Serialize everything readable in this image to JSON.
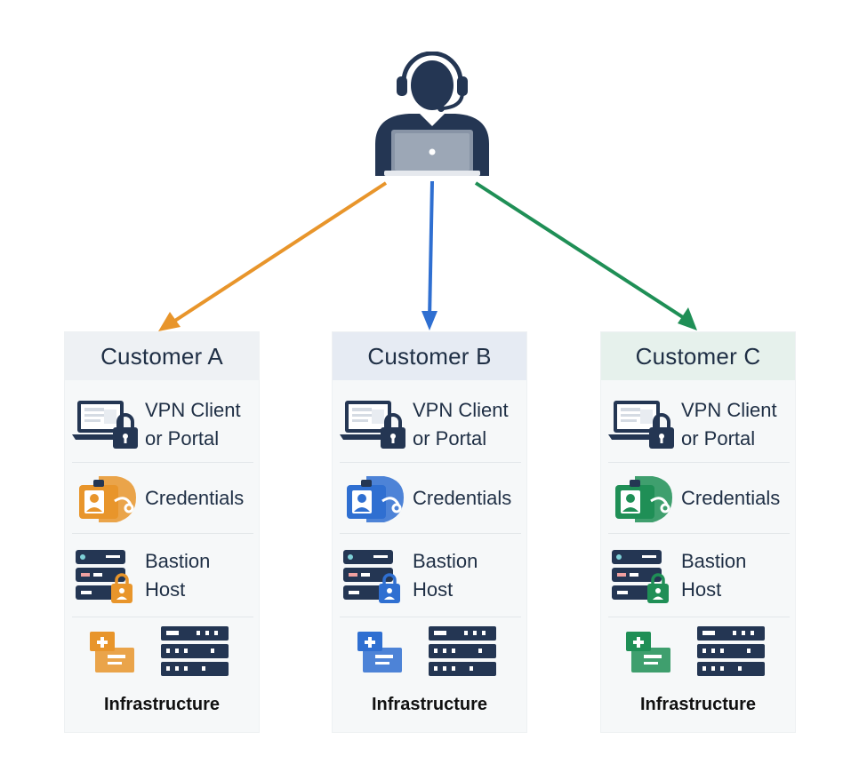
{
  "colors": {
    "navy": "#243653",
    "accent_a": "#e8952b",
    "accent_b": "#2f6fd1",
    "accent_c": "#1f8f56"
  },
  "engineer": {
    "icon": "support-engineer-icon"
  },
  "customers": [
    {
      "title": "Customer A",
      "vpn": {
        "line1": "VPN Client",
        "line2": "or Portal",
        "icon": "laptop-lock-icon"
      },
      "credentials": {
        "label": "Credentials",
        "icon": "credentials-icon"
      },
      "bastion": {
        "line1": "Bastion",
        "line2": "Host",
        "icon": "server-lock-icon"
      },
      "infrastructure": {
        "label": "Infrastructure",
        "icon": "infrastructure-icon"
      }
    },
    {
      "title": "Customer B",
      "vpn": {
        "line1": "VPN Client",
        "line2": "or Portal",
        "icon": "laptop-lock-icon"
      },
      "credentials": {
        "label": "Credentials",
        "icon": "credentials-icon"
      },
      "bastion": {
        "line1": "Bastion",
        "line2": "Host",
        "icon": "server-lock-icon"
      },
      "infrastructure": {
        "label": "Infrastructure",
        "icon": "infrastructure-icon"
      }
    },
    {
      "title": "Customer C",
      "vpn": {
        "line1": "VPN Client",
        "line2": "or Portal",
        "icon": "laptop-lock-icon"
      },
      "credentials": {
        "label": "Credentials",
        "icon": "credentials-icon"
      },
      "bastion": {
        "line1": "Bastion",
        "line2": "Host",
        "icon": "server-lock-icon"
      },
      "infrastructure": {
        "label": "Infrastructure",
        "icon": "infrastructure-icon"
      }
    }
  ]
}
